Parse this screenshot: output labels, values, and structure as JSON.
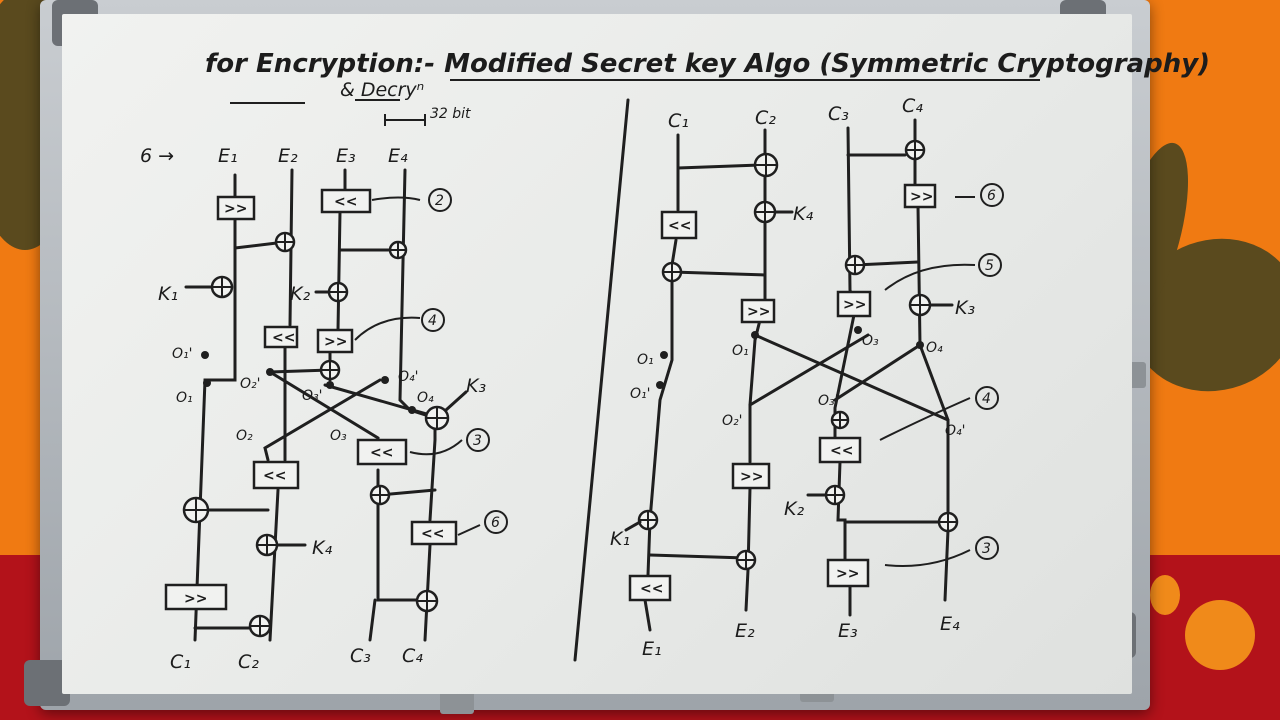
{
  "title_line": "for Encryption:- Modified Secret key Algo (Symmetric Cryptography)",
  "subtitle": "& Decryⁿ",
  "bit_note": "32 bit",
  "left": {
    "input_prefix": "6 →",
    "inputs": [
      "E₁",
      "E₂",
      "E₃",
      "E₄"
    ],
    "outputs": [
      "C₁",
      "C₂",
      "C₃",
      "C₄"
    ],
    "keys": [
      "K₁",
      "K₂",
      "K₃",
      "K₄"
    ],
    "op_labels": [
      "O₁'",
      "O₁",
      "O₂'",
      "O₃'",
      "O₄'",
      "O₄",
      "O₂",
      "O₃"
    ],
    "shift_labels": [
      ">>",
      "<<",
      "<<",
      ">>",
      "<<",
      "<<",
      "<<",
      ">>"
    ],
    "step_numbers": [
      "2",
      "4",
      "3",
      "6"
    ]
  },
  "right": {
    "inputs": [
      "C₁",
      "C₂",
      "C₃",
      "C₄"
    ],
    "outputs": [
      "E₁",
      "E₂",
      "E₃",
      "E₄"
    ],
    "keys": [
      "K₄",
      "K₃",
      "K₂",
      "K₁"
    ],
    "op_labels": [
      "O₁",
      "O₃",
      "O₄",
      "O₁",
      "O₁'",
      "O₂'",
      "O₃'",
      "O₄'"
    ],
    "shift_labels": [
      ">>",
      "<<",
      ">>",
      ">>",
      "<<",
      ">>",
      "<<",
      ">>"
    ],
    "step_numbers": [
      "6",
      "5",
      "4",
      "3"
    ]
  }
}
